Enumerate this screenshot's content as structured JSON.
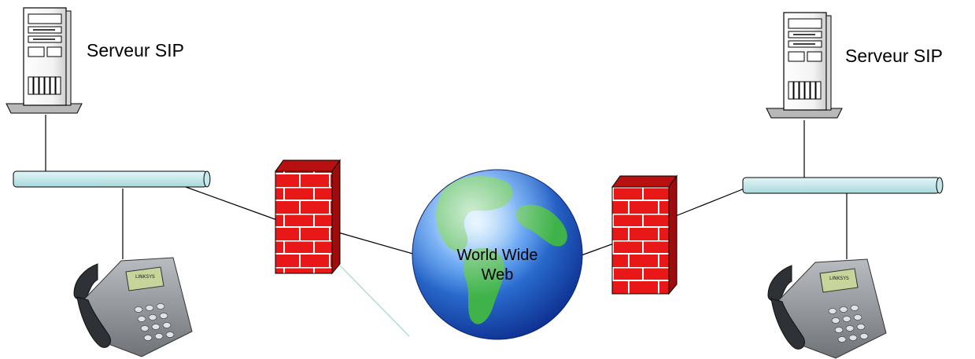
{
  "labels": {
    "server_left": "Serveur SIP",
    "server_right": "Serveur SIP",
    "globe_line1": "World Wide",
    "globe_line2": "Web"
  },
  "phone_brand": "LINKSYS",
  "icons": {
    "server": "server-tower-icon",
    "firewall": "brick-firewall-icon",
    "globe": "earth-globe-icon",
    "phone": "ip-phone-icon",
    "network_bus": "network-bus-bar"
  },
  "colors": {
    "brick": "#e81818",
    "mortar": "#ffffff",
    "bus_fill": "#c4e7ea",
    "ocean": "#1a5bd6",
    "land": "#3fb34a",
    "line": "#000000",
    "dashed_link": "#9fd6cc"
  }
}
